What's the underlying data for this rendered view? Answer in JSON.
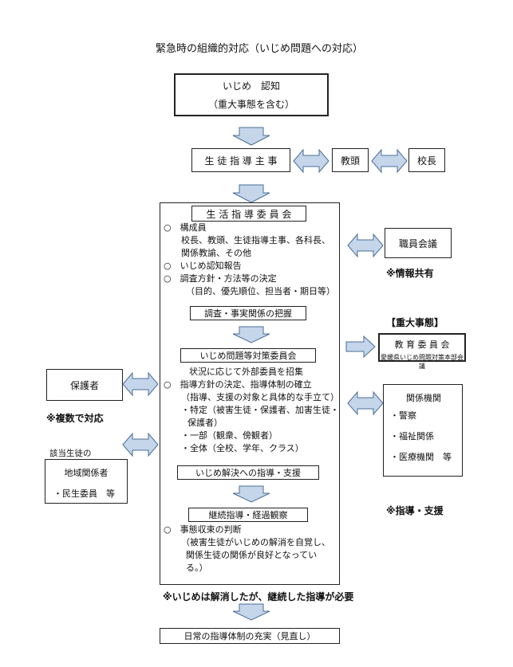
{
  "title": "緊急時の組織的対応（いじめ問題への対応）",
  "recognize": {
    "line1": "いじめ　認知",
    "line2": "（重大事態を含む）"
  },
  "shidou_shuji": "生 徒 指 導 主 事",
  "kyoto": "教頭",
  "kocho": "校長",
  "committee": {
    "title": "生 活 指 導 委 員 会",
    "members_head": "構成員",
    "members_l1": "校長、教頭、生徒指導主事、各科長、",
    "members_l2": "関係教諭、その他",
    "report": "いじめ認知報告",
    "policy": "調査方針・方法等の決定",
    "policy_detail": "（目的、優先順位、担当者・期日等）",
    "grasp": "調査・事実関係の把握",
    "taisaku": "いじめ問題等対策委員会",
    "outside": "状況に応じて外部委員を招集",
    "decide_l1": "指導方針の決定、指導体制の確立",
    "decide_l2": "（指導、支援の対象と具体的な手立て）",
    "target_l1": "・特定（被害生徒・保護者、加害生徒・",
    "target_l2": "保護者）",
    "part": "・一部（観衆、傍観者）",
    "all": "・全体（全校、学年、クラス）",
    "resolve": "いじめ解決への指導・支援",
    "continue": "継続指導・経過観察",
    "end_head": "事態収束の判断",
    "end_l1": "（被害生徒がいじめの解消を自覚し、",
    "end_l2": "関係生徒の関係が良好となってい",
    "end_l3": "る。）"
  },
  "staff_meeting": "職員会議",
  "info_share": "※情報共有",
  "serious": "【重大事態】",
  "board": {
    "name": "教 育 委 員 会",
    "sub": "愛媛県いじめ問題対策本部会議"
  },
  "guardians": "保護者",
  "multiple": "※複数で対応",
  "applicable": "該当生徒の",
  "community": {
    "name": "地域関係者",
    "item": "・民生委員　等"
  },
  "agencies": {
    "name": "関係機関",
    "items": [
      "・警察",
      "・福祉関係",
      "・医療機関　等"
    ]
  },
  "guide_support": "※指導・支援",
  "note": "※いじめは解消したが、継続した指導が必要",
  "final": "日常の指導体制の充実（見直し）"
}
